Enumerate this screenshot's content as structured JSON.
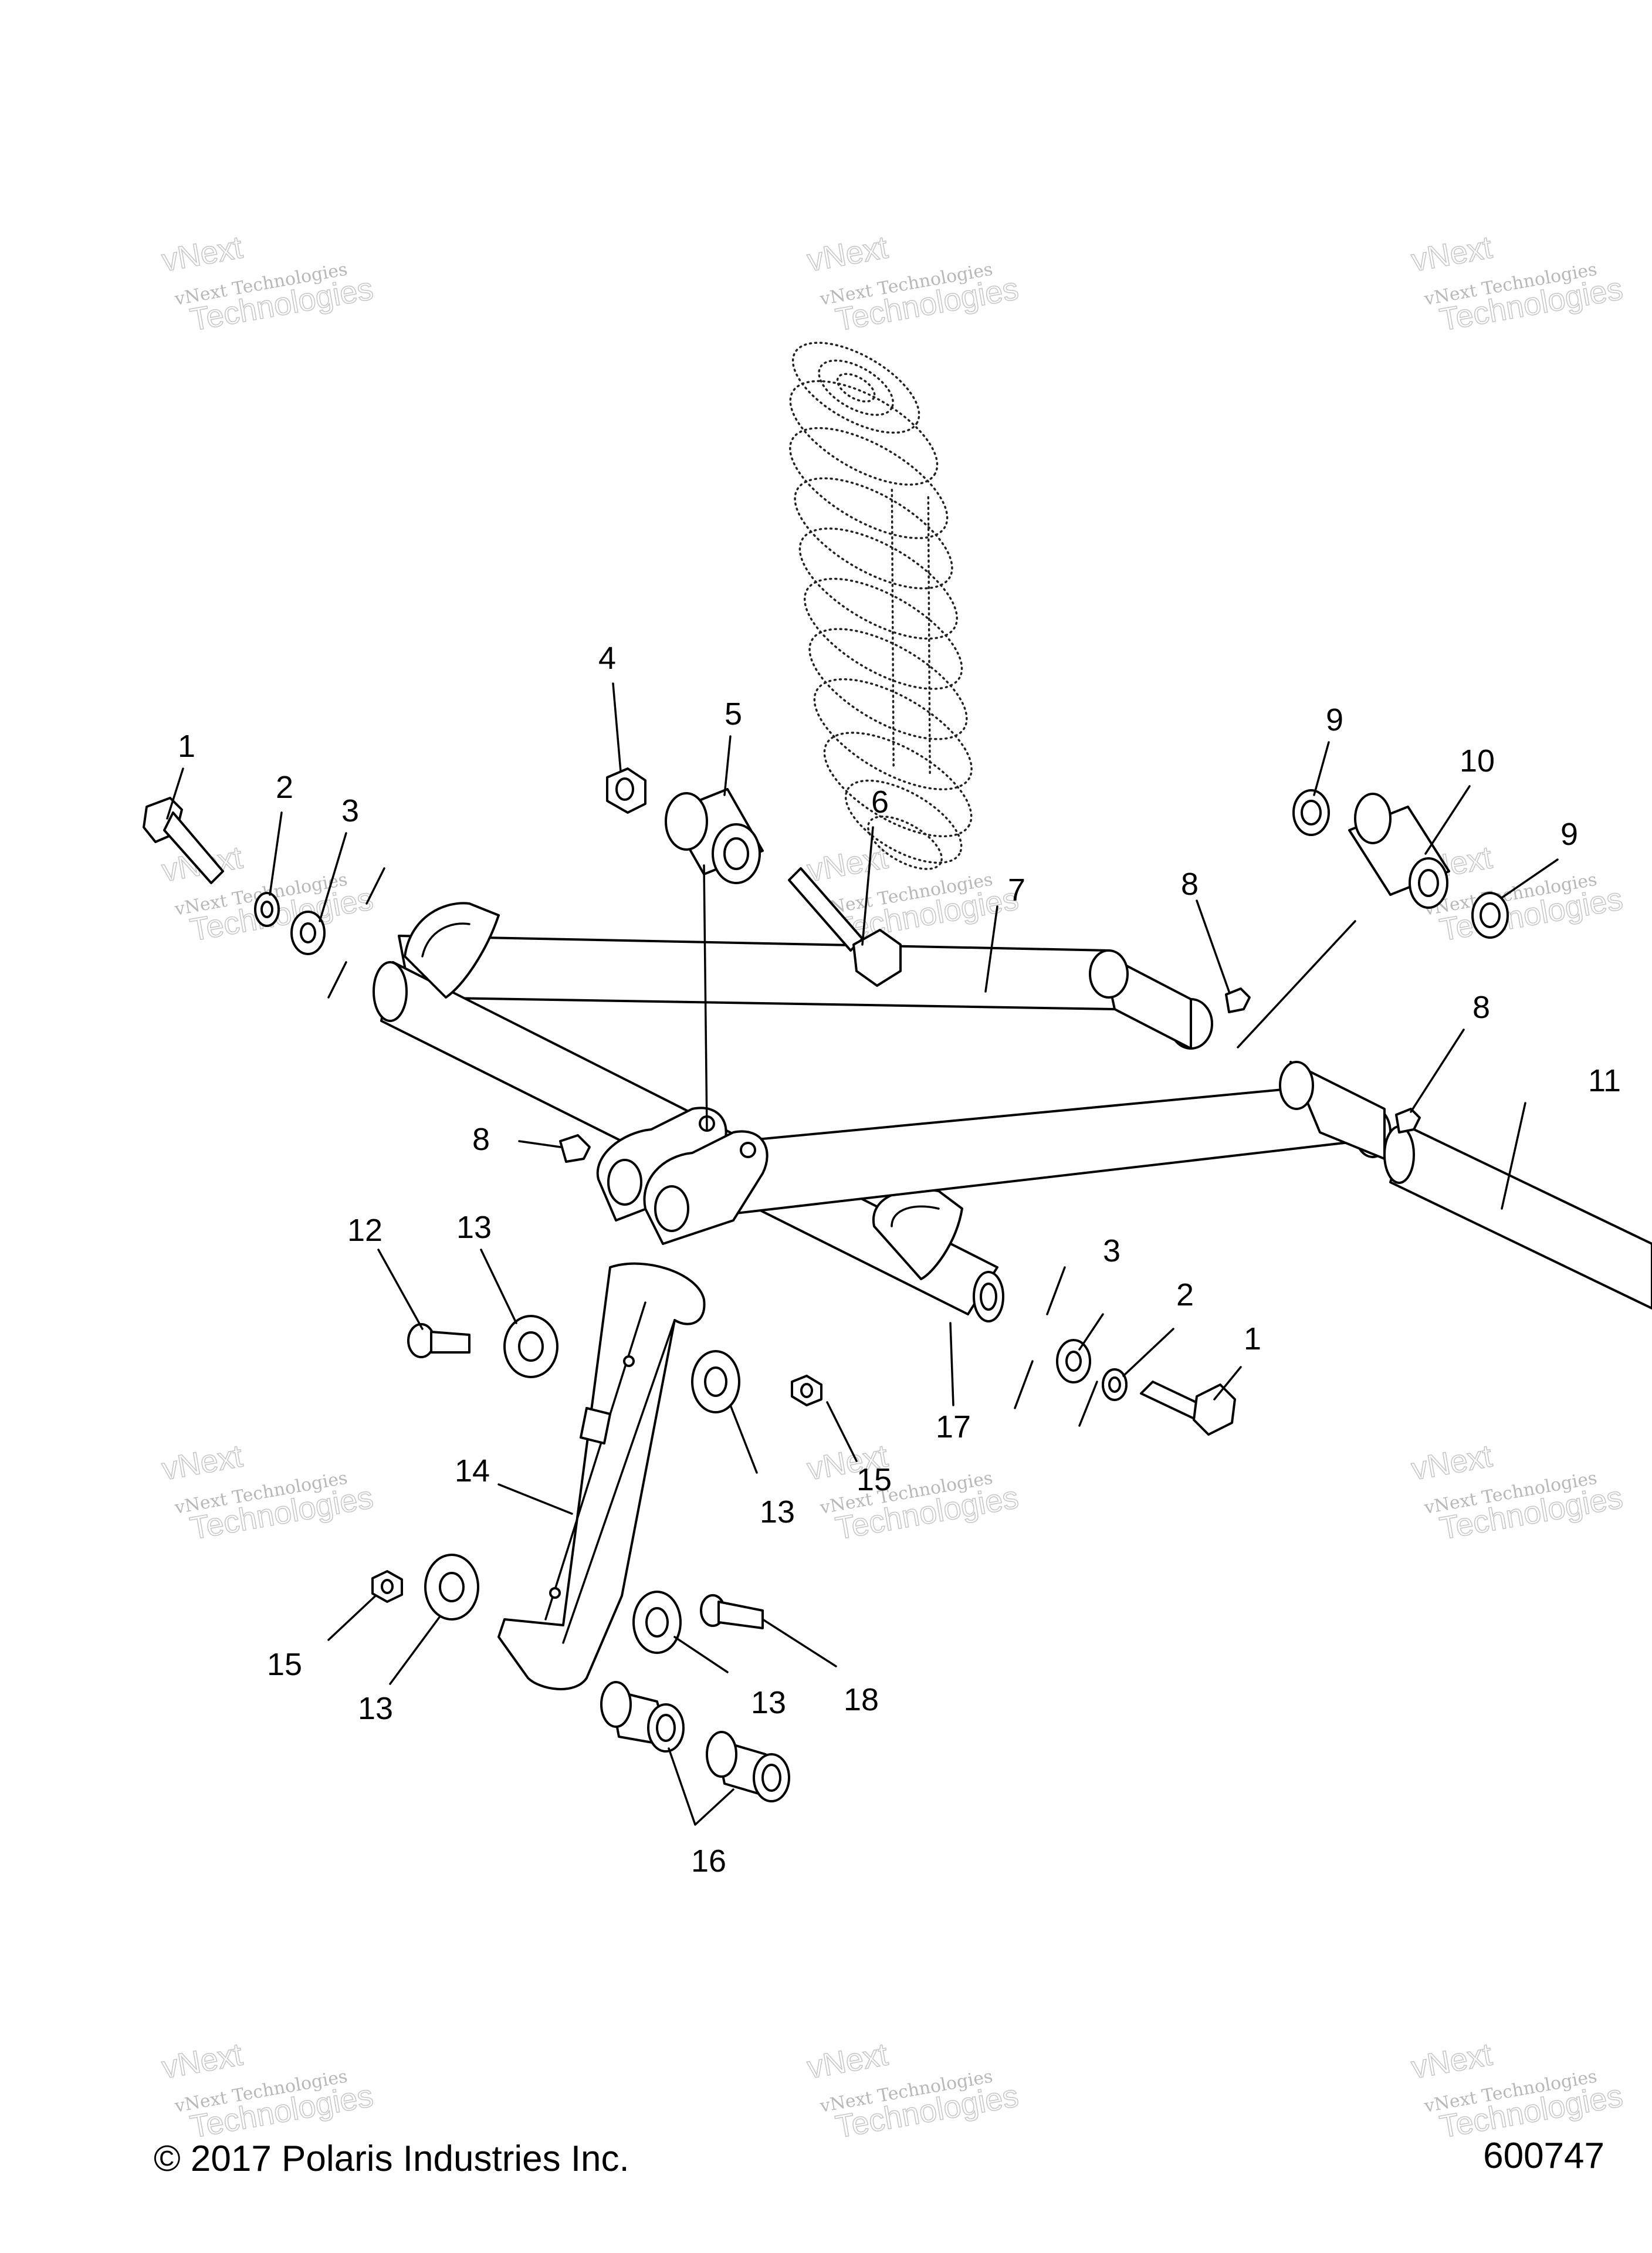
{
  "watermark": {
    "line1": "vNext Technologies",
    "line2": "Technologies",
    "line3": "vNext"
  },
  "callouts": {
    "c1a": "1",
    "c2a": "2",
    "c3a": "3",
    "c4": "4",
    "c5": "5",
    "c6": "6",
    "c7": "7",
    "c8a": "8",
    "c8b": "8",
    "c8c": "8",
    "c9a": "9",
    "c9b": "9",
    "c10": "10",
    "c11": "11",
    "c12": "12",
    "c13a": "13",
    "c13b": "13",
    "c13c": "13",
    "c13d": "13",
    "c14": "14",
    "c15a": "15",
    "c15b": "15",
    "c16": "16",
    "c17": "17",
    "c18": "18",
    "c3b": "3",
    "c2b": "2",
    "c1b": "1"
  },
  "footer": {
    "copyright": "© 2017 Polaris Industries Inc.",
    "figure_number": "600747"
  },
  "colors": {
    "ink": "#000000",
    "watermark": "#b8b8b8",
    "background": "#ffffff"
  }
}
